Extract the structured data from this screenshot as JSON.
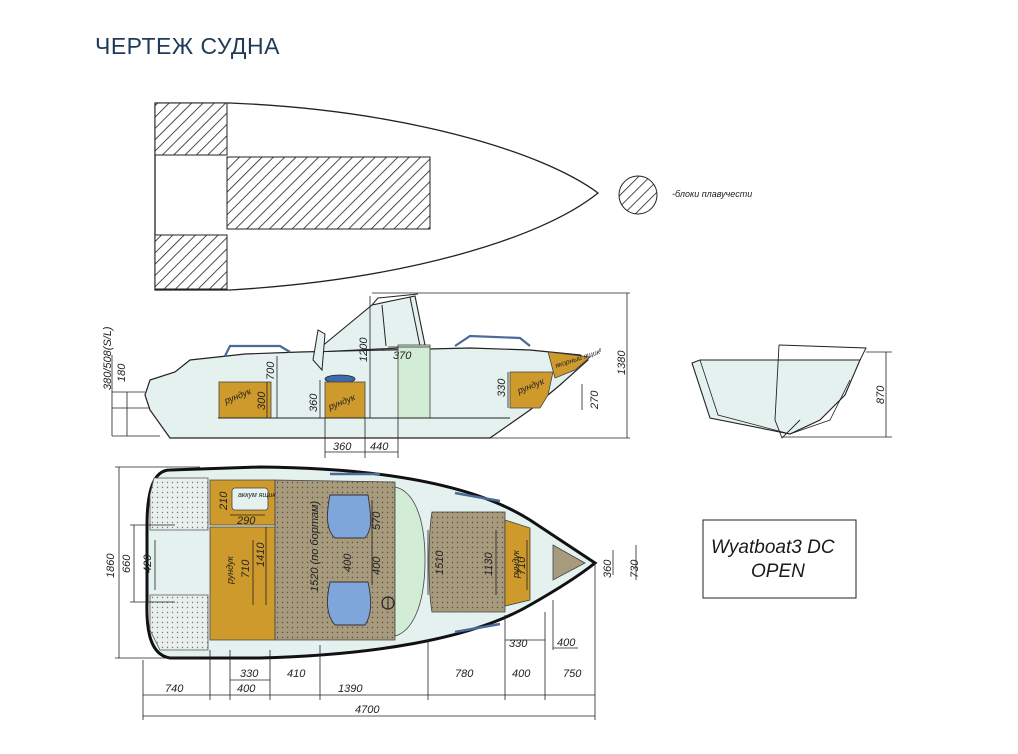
{
  "page": {
    "title": "ЧЕРТЕЖ СУДНА"
  },
  "legend": {
    "label": "-блоки плавучести"
  },
  "model": {
    "line1": "Wyatboat3 DC",
    "line2": "OPEN"
  },
  "side_view": {
    "labels": {
      "rundyuk_left": "рундук",
      "rundyuk_mid": "рундук",
      "rundyuk_right": "рундук",
      "anchor_box": "якорный ящик"
    },
    "dims": {
      "transom": "380/508(S/L)",
      "d180": "180",
      "d300": "300",
      "d700": "700",
      "d360v": "360",
      "d1200": "1200",
      "d370": "370",
      "d330": "330",
      "d270": "270",
      "d1380": "1380",
      "d360h": "360",
      "d440": "440"
    }
  },
  "front_view": {
    "dims": {
      "d870": "870"
    }
  },
  "top_view": {
    "labels": {
      "akkum": "аккум ящик",
      "rundyuk_left": "рундук",
      "rundyuk_right": "рундук",
      "sofa": "1520 (по бортам)"
    },
    "dims": {
      "d210": "210",
      "d290": "290",
      "d1410": "1410",
      "d710l": "710",
      "d570": "570",
      "d400v": "400",
      "d400v2": "400",
      "d1510": "1510",
      "d1130": "1130",
      "d710r": "710",
      "d360": "360",
      "d730": "730",
      "d1860": "1860",
      "d660": "660",
      "d420": "420",
      "d330a": "330",
      "d330b": "330",
      "d400c": "400",
      "b740": "740",
      "b400": "400",
      "b410": "410",
      "b1390": "1390",
      "b780": "780",
      "b400b": "400",
      "b750": "750",
      "total": "4700"
    }
  },
  "colors": {
    "title": "#1f3b57",
    "hull_fill": "#e4f1ef",
    "locker": "#cf9a2c",
    "deck_brown": "#a79a7d",
    "seat_blue": "#7fa6db",
    "glass_green": "#d2ecd6"
  }
}
